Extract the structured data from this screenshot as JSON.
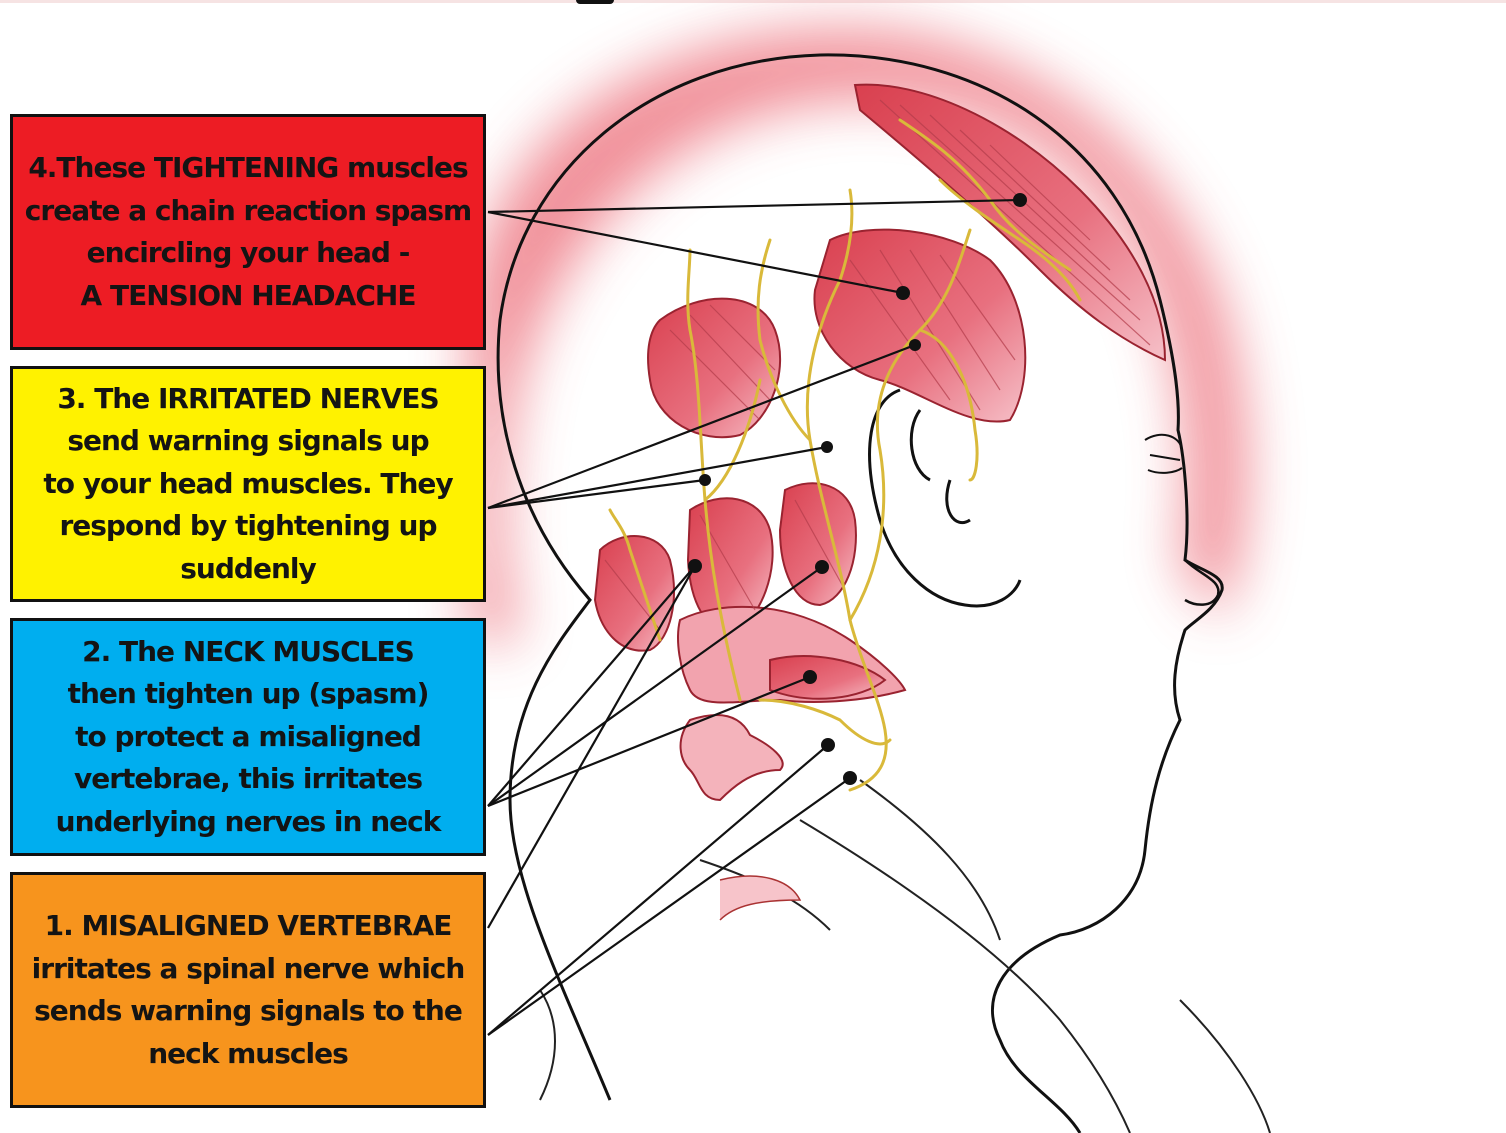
{
  "colors": {
    "step4": "#ed1c24",
    "step3": "#fff200",
    "step2": "#00aeef",
    "step1": "#f7941d",
    "muscle": "#e8707f",
    "nerve": "#e2c84a",
    "glow": "#ee8a92"
  },
  "steps": [
    {
      "id": "step4",
      "color": "#ed1c24",
      "lines": [
        "4.These TIGHTENING muscles",
        "create a chain reaction spasm",
        "encircling your head -",
        "A TENSION HEADACHE"
      ]
    },
    {
      "id": "step3",
      "color": "#fff200",
      "lines": [
        "3. The IRRITATED NERVES",
        "send warning signals up",
        "to your head muscles. They",
        "respond by tightening up",
        "suddenly"
      ]
    },
    {
      "id": "step2",
      "color": "#00aeef",
      "lines": [
        "2. The NECK MUSCLES",
        "then tighten up (spasm)",
        "to protect a misaligned",
        "vertebrae, this irritates",
        "underlying nerves in neck"
      ]
    },
    {
      "id": "step1",
      "color": "#f7941d",
      "lines": [
        "1. MISALIGNED VERTEBRAE",
        "irritates a spinal nerve which",
        "sends warning signals to the",
        "neck muscles"
      ]
    }
  ]
}
